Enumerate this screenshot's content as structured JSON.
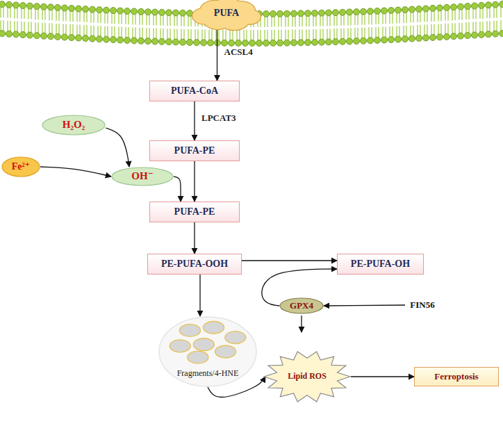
{
  "diagram": {
    "nodes": [
      {
        "text": [
          "PUFA"
        ]
      },
      {
        "text": [
          "PUFA-CoA"
        ]
      },
      {
        "text": [
          "PUFA-PE"
        ]
      },
      {
        "text": [
          "H₂O₂"
        ]
      },
      {
        "text": [
          "Fe²⁺"
        ]
      },
      {
        "text": [
          "OH⁻"
        ]
      },
      {
        "text": [
          "PUFA-PE"
        ]
      },
      {
        "text": [
          "PE-PUFA-OOH"
        ]
      },
      {
        "text": [
          "PE-PUFA-OH"
        ]
      },
      {
        "text": [
          "GPX4"
        ]
      },
      {
        "text": [
          "FIN56"
        ]
      },
      {
        "text": [
          "Fragments/4-HNE"
        ]
      },
      {
        "text": [
          "Lipid ROS"
        ]
      },
      {
        "text": [
          "Ferroptosis"
        ]
      }
    ],
    "edges": [
      {
        "from": 0,
        "to": 1,
        "arrow": "to",
        "label": "ACSL4"
      },
      {
        "from": 1,
        "to": 2,
        "arrow": "to",
        "label": "LPCAT3"
      },
      {
        "from": 3,
        "to": 5,
        "arrow": "to"
      },
      {
        "from": 4,
        "to": 5,
        "arrow": "to"
      },
      {
        "from": 2,
        "to": 6,
        "arrow": "to"
      },
      {
        "from": 5,
        "to": 6,
        "arrow": "to"
      },
      {
        "from": 6,
        "to": 7,
        "arrow": "to"
      },
      {
        "from": 7,
        "to": 8,
        "arrow": "to"
      },
      {
        "from": 7,
        "to": 11,
        "arrow": "to"
      },
      {
        "from": 9,
        "to": 8,
        "arrow": "to"
      },
      {
        "from": 10,
        "to": 9,
        "arrow": "to"
      },
      {
        "from": 11,
        "to": 12,
        "arrow": "to"
      },
      {
        "from": 12,
        "to": 13,
        "arrow": "to"
      }
    ]
  }
}
